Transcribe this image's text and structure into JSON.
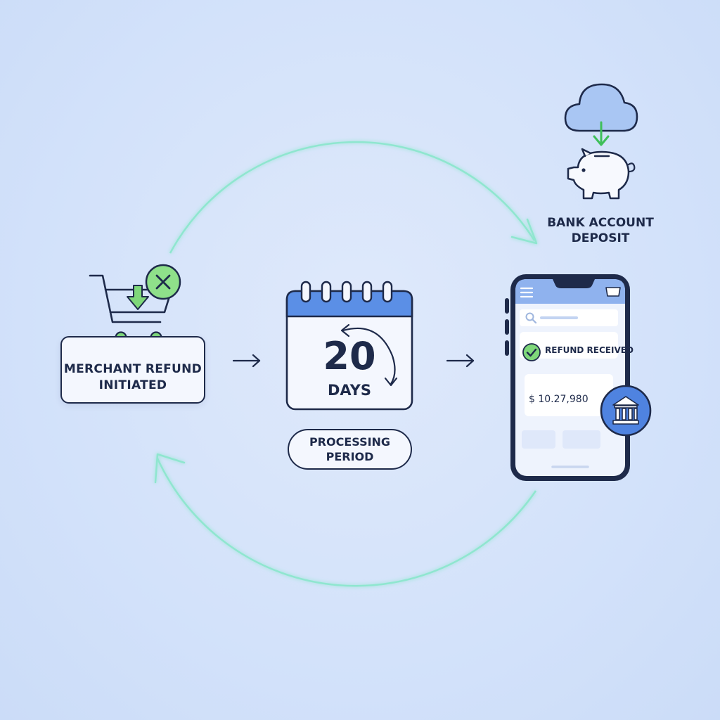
{
  "steps": {
    "merchant": {
      "line1": "MERCHANT REFUND",
      "line2": "INITIATED",
      "icons": [
        "shopping-cart-icon",
        "cancel-x-icon",
        "download-arrow-icon"
      ]
    },
    "processing": {
      "days_number": "20",
      "days_unit": "DAYS",
      "line1": "PROCESSING",
      "line2": "PERIOD",
      "icons": [
        "calendar-icon",
        "circular-arrow-icon"
      ]
    },
    "deposit": {
      "line1": "BANK ACCOUNT",
      "line2": "DEPOSIT",
      "icons": [
        "cloud-icon",
        "download-arrow-icon",
        "piggy-bank-icon"
      ]
    },
    "phone": {
      "status_label": "REFUND RECEIVED",
      "amount": "$ 10.27,980",
      "icons": [
        "smartphone-icon",
        "menu-icon",
        "search-icon",
        "check-icon",
        "bank-icon"
      ]
    }
  },
  "colors": {
    "background": "#d3e2fa",
    "ink": "#1e2a4a",
    "accent_green": "#7fd87a",
    "accent_blue": "#5b8fe6",
    "cycle_teal": "#8fe6cf"
  }
}
